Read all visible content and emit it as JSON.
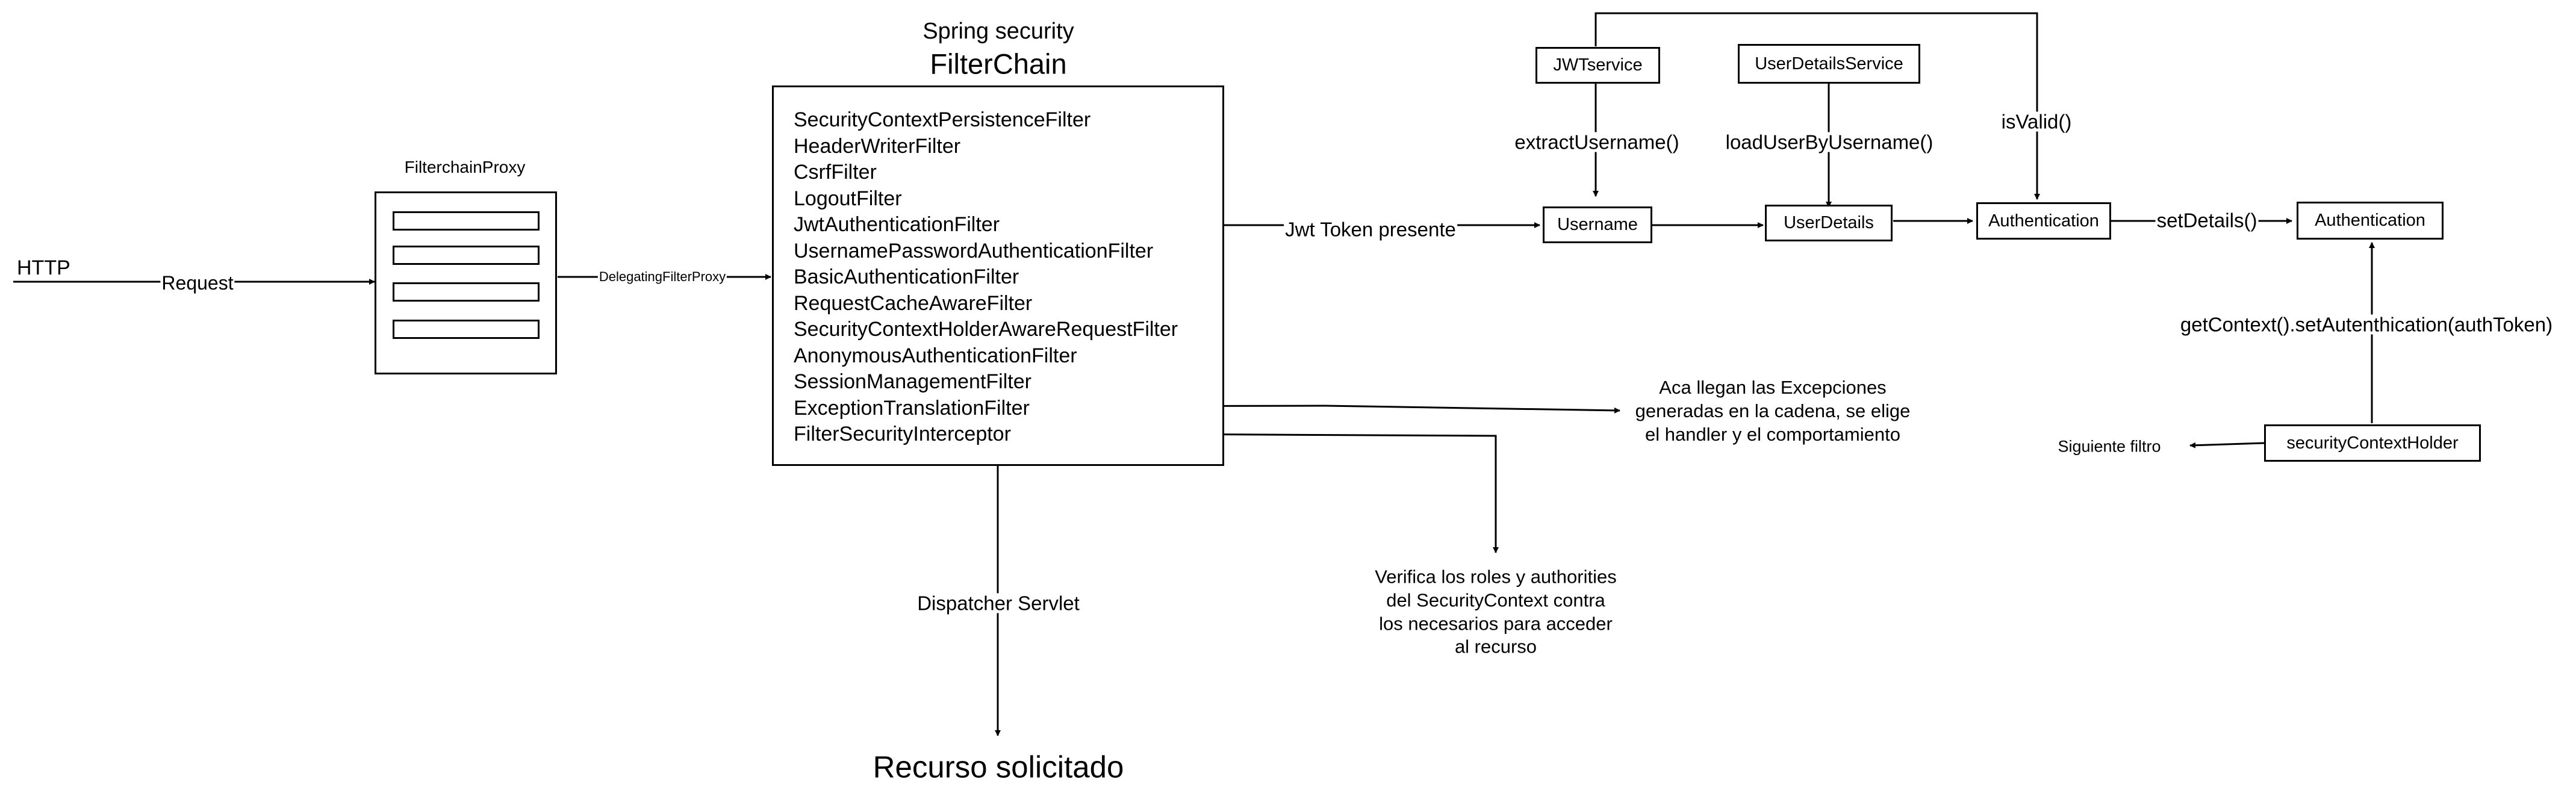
{
  "chain": {
    "title_small": "Spring security",
    "title_large": "FilterChain",
    "filters": [
      "SecurityContextPersistenceFilter",
      "HeaderWriterFilter",
      "CsrfFilter",
      "LogoutFilter",
      "JwtAuthenticationFilter",
      "UsernamePasswordAuthenticationFilter",
      "BasicAuthenticationFilter",
      "RequestCacheAwareFilter",
      "SecurityContextHolderAwareRequestFilter",
      "AnonymousAuthenticationFilter",
      "SessionManagementFilter",
      "ExceptionTranslationFilter",
      "FilterSecurityInterceptor"
    ]
  },
  "http": {
    "label": "HTTP",
    "request_label": "Request"
  },
  "proxy": {
    "title": "FilterchainProxy",
    "delegating_label": "DelegatingFilterProxy"
  },
  "nodes": {
    "jwt_service": "JWTservice",
    "user_details_service": "UserDetailsService",
    "username": "Username",
    "user_details": "UserDetails",
    "authentication_1": "Authentication",
    "authentication_2": "Authentication",
    "context_holder": "securityContextHolder"
  },
  "edges": {
    "extract_username": "extractUsername()",
    "load_user": "loadUserByUsername()",
    "is_valid": "isValid()",
    "jwt_present": "Jwt Token presente",
    "set_details": "setDetails()",
    "set_authentication": "getContext().setAutenthication(authToken)",
    "next_filter": "Siguiente filtro",
    "dispatcher": "Dispatcher Servlet"
  },
  "notes": {
    "exceptions": "Aca llegan las Excepciones\ngeneradas en la cadena, se elige\nel handler y el comportamiento",
    "authorities": "Verifica los roles y authorities\ndel SecurityContext contra\nlos necesarios para acceder\nal recurso"
  },
  "resource": {
    "label": "Recurso solicitado"
  }
}
